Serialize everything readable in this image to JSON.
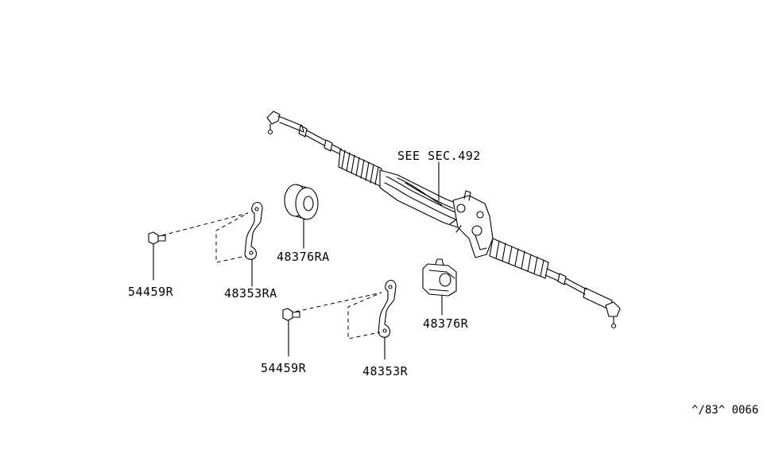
{
  "labels": {
    "see_sec": "SEE SEC.492",
    "bushing_a": "48376RA",
    "bushing_b": "48376R",
    "clamp_a": "48353RA",
    "clamp_b": "48353R",
    "bolt_a": "54459R",
    "bolt_b": "54459R",
    "ref_code": "^/83^ 0066"
  }
}
